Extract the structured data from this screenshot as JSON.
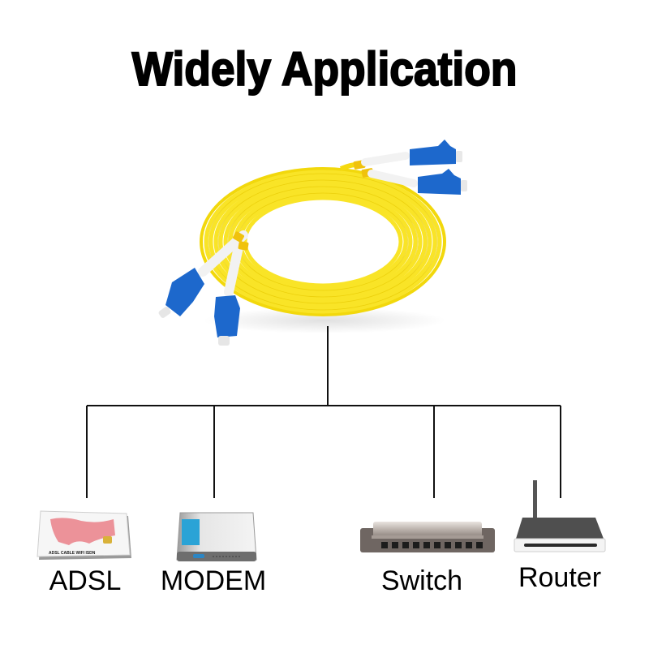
{
  "title": "Widely Application",
  "source": {
    "name": "LC-LC duplex single-mode fiber patch cord",
    "cable_color": "#f7e01a",
    "connector_color": "#1a66c8",
    "boot_color": "#f4f4f4"
  },
  "devices": [
    {
      "id": "adsl",
      "label": "ADSL",
      "icon": "adsl-card-icon",
      "card_text": "ADSL CABLE WIFI ISDN"
    },
    {
      "id": "modem",
      "label": "MODEM",
      "icon": "modem-icon"
    },
    {
      "id": "switch",
      "label": "Switch",
      "icon": "switch-icon"
    },
    {
      "id": "router",
      "label": "Router",
      "icon": "router-icon"
    }
  ]
}
